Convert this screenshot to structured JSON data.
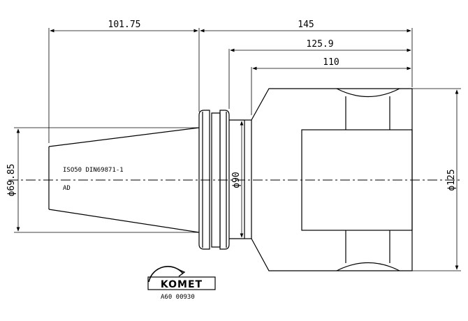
{
  "drawing": {
    "dimensions": {
      "taper_length": "101.75",
      "total_length": "145",
      "body_length_1": "125.9",
      "body_length_2": "110",
      "taper_diameter": "ϕ69.85",
      "flange_diameter": "ϕ90",
      "body_diameter": "ϕ125"
    },
    "labels": {
      "spec": "ISO50 DIN69871-1",
      "form": "AD",
      "part_number": "A60 00930"
    },
    "logo": {
      "brand": "KOMET"
    }
  }
}
